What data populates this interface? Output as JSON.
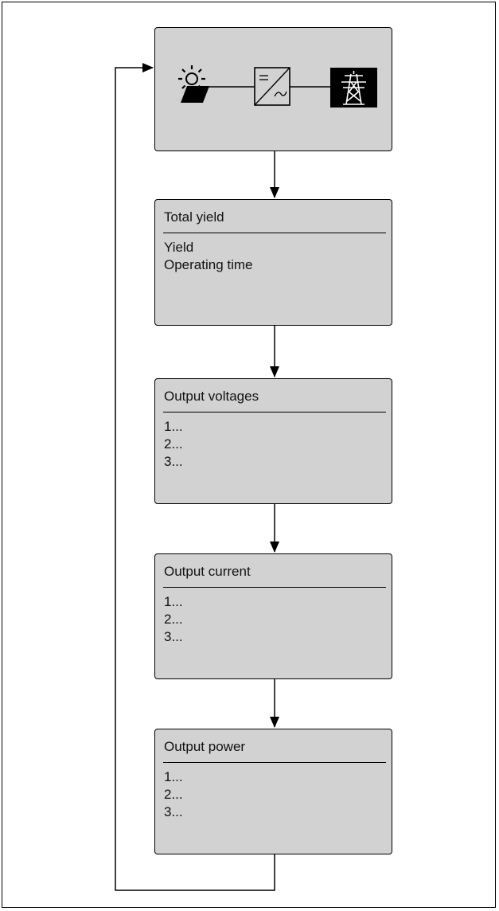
{
  "status_box": {
    "icons": [
      "sun-pv-module-icon",
      "inverter-dc-ac-icon",
      "grid-pylon-icon"
    ],
    "inverter_symbols": {
      "dc": "=",
      "ac": "~"
    }
  },
  "menu_boxes": [
    {
      "title": "Total yield",
      "items": [
        "Yield",
        "Operating time"
      ]
    },
    {
      "title": "Output voltages",
      "items": [
        "1...",
        "2...",
        "3..."
      ]
    },
    {
      "title": "Output current",
      "items": [
        "1...",
        "2...",
        "3..."
      ]
    },
    {
      "title": "Output power",
      "items": [
        "1...",
        "2...",
        "3..."
      ]
    }
  ]
}
